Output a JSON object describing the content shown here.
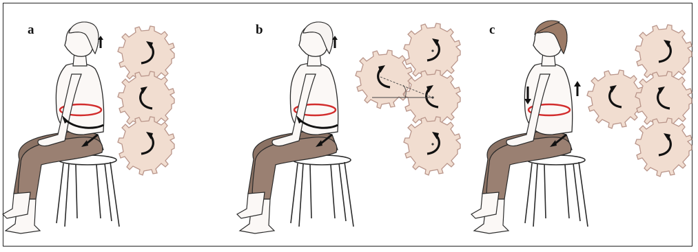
{
  "panels": [
    {
      "label": "a",
      "gears": 3,
      "arrangement": "vertical"
    },
    {
      "label": "b",
      "gears": 4,
      "arrangement": "cross"
    },
    {
      "label": "c",
      "gears": 4,
      "arrangement": "cross"
    }
  ],
  "colors": {
    "gear_fill": "#f1ddd0",
    "gear_stroke": "#b9958a",
    "pants": "#8b7264",
    "skin": "#fbf8f6",
    "hair_c": "#9b7a66",
    "waist_band": "#d22c2c",
    "outline": "#2a2a2a",
    "arrow": "#111111"
  }
}
